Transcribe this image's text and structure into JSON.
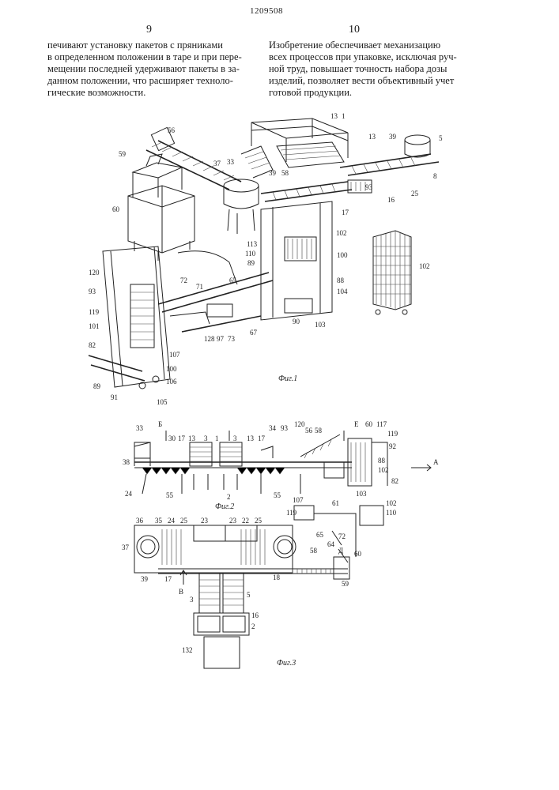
{
  "header": {
    "patent_number": "1209508",
    "col_left_number": "9",
    "col_right_number": "10"
  },
  "text": {
    "left_lines": [
      "печивают установку пакетов с пряниками",
      "в определенном положении в таре и при пере-",
      "мещении последней удерживают пакеты в за-",
      "данном положении, что расширяет техноло-",
      "гические возможности."
    ],
    "right_lines": [
      "Изобретение обеспечивает механизацию",
      "всех процессов при упаковке, исключая руч-",
      "ной труд, повышает точность набора дозы",
      "изделий, позволяет вести объективный учет",
      "готовой продукции."
    ]
  },
  "figures": {
    "fig1": {
      "caption": "Фиг.1",
      "labels": [
        "56",
        "59",
        "37",
        "33",
        "39",
        "58",
        "13",
        "1",
        "13",
        "39",
        "25",
        "16",
        "93",
        "17",
        "60",
        "102",
        "102",
        "113",
        "110",
        "100",
        "89",
        "88",
        "104",
        "103",
        "90",
        "67",
        "65",
        "120",
        "72",
        "71",
        "93",
        "119",
        "101",
        "82",
        "89",
        "107",
        "91",
        "106",
        "105",
        "100",
        "128",
        "97",
        "73",
        "8",
        "5"
      ]
    },
    "fig2": {
      "caption": "Фиг.2",
      "labels": [
        "33",
        "Б",
        "30",
        "17",
        "13",
        "3",
        "1",
        "3",
        "13",
        "17",
        "34",
        "93",
        "120",
        "56",
        "58",
        "Е",
        "60",
        "117",
        "119",
        "38",
        "24",
        "55",
        "2",
        "55",
        "92",
        "88",
        "102",
        "82",
        "103",
        "А"
      ]
    },
    "fig3": {
      "caption": "Фиг.3",
      "labels": [
        "36",
        "35",
        "24",
        "25",
        "23",
        "23",
        "22",
        "25",
        "37",
        "39",
        "17",
        "18",
        "В",
        "58",
        "107",
        "119",
        "65",
        "64",
        "72",
        "61",
        "60",
        "59",
        "102",
        "110",
        "Д",
        "3",
        "5",
        "16",
        "2",
        "132"
      ]
    }
  }
}
